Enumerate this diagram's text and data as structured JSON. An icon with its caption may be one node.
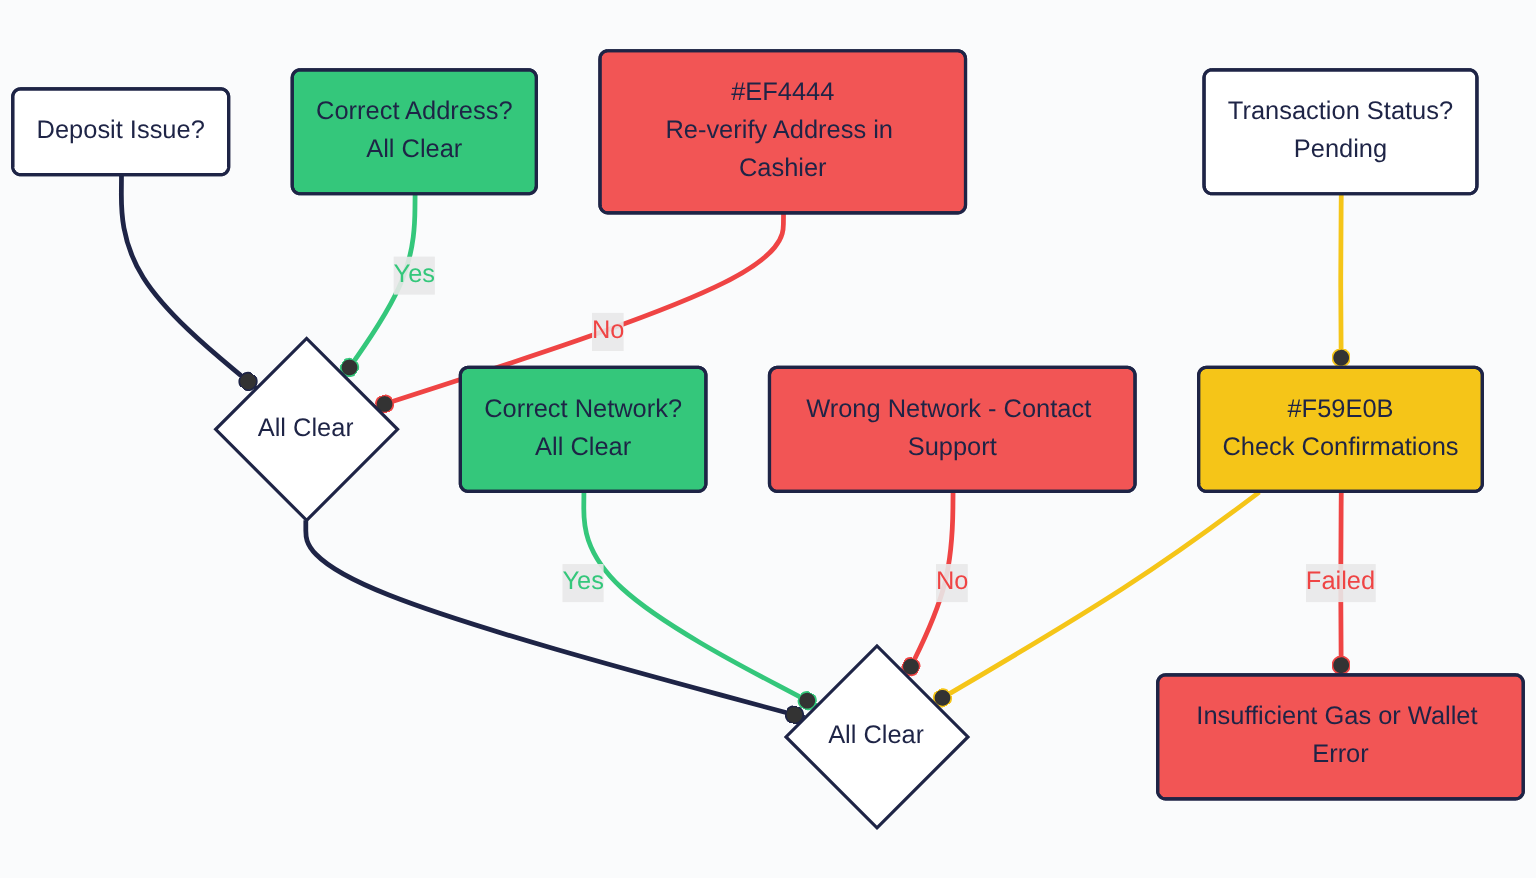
{
  "diagram": {
    "nodes": [
      {
        "text": [
          "Deposit Issue?"
        ]
      },
      {
        "text": [
          "All Clear"
        ]
      },
      {
        "text": [
          "Correct Address?",
          "All Clear"
        ]
      },
      {
        "text": [
          "#EF4444",
          "Re-verify Address in Cashier"
        ]
      },
      {
        "text": [
          "All Clear"
        ]
      },
      {
        "text": [
          "Correct Network?",
          "All Clear"
        ]
      },
      {
        "text": [
          "Wrong Network - Contact Support"
        ]
      },
      {
        "text": [
          "#F59E0B",
          "Check Confirmations"
        ]
      },
      {
        "text": [
          "Transaction Status?",
          "Pending"
        ]
      },
      {
        "text": [
          "Insufficient Gas or Wallet Error"
        ]
      }
    ],
    "edges": [
      {
        "from": 0,
        "to": 1,
        "arrow": "other",
        "color": "#1e2446"
      },
      {
        "from": 2,
        "to": 1,
        "arrow": "other",
        "label": "Yes",
        "color": "#34c77b"
      },
      {
        "from": 3,
        "to": 1,
        "arrow": "other",
        "label": "No",
        "color": "#ef4444"
      },
      {
        "from": 1,
        "to": 4,
        "arrow": "other",
        "color": "#1e2446"
      },
      {
        "from": 5,
        "to": 4,
        "arrow": "other",
        "label": "Yes",
        "color": "#34c77b"
      },
      {
        "from": 6,
        "to": 4,
        "arrow": "other",
        "label": "No",
        "color": "#ef4444"
      },
      {
        "from": 7,
        "to": 4,
        "arrow": "other",
        "color": "#f5c518"
      },
      {
        "from": 8,
        "to": 7,
        "arrow": "other",
        "color": "#f5c518"
      },
      {
        "from": 7,
        "to": 9,
        "arrow": "other",
        "label": "Failed",
        "color": "#ef4444"
      }
    ]
  }
}
